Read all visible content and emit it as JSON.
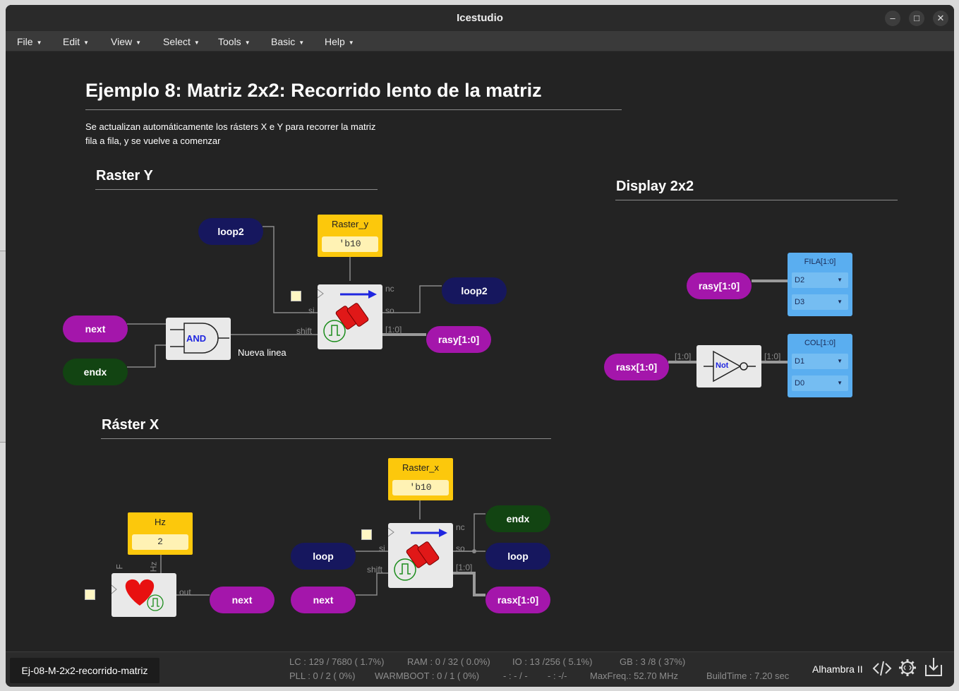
{
  "window": {
    "title": "Icestudio",
    "min_label": "–",
    "max_label": "□",
    "close_label": "✕"
  },
  "menu": [
    {
      "label": "File"
    },
    {
      "label": "Edit"
    },
    {
      "label": "View"
    },
    {
      "label": "Select"
    },
    {
      "label": "Tools"
    },
    {
      "label": "Basic"
    },
    {
      "label": "Help"
    }
  ],
  "doc": {
    "title": "Ejemplo 8: Matriz 2x2: Recorrido lento de la matriz",
    "desc_line1": "Se actualizan automáticamente los rásters X e Y para recorrer la matriz",
    "desc_line2": "fila a fila, y se vuelve a comenzar"
  },
  "sections": {
    "raster_y": "Raster Y",
    "raster_x": "Ráster X",
    "display": "Display 2x2"
  },
  "raster_y": {
    "loop2_in": "loop2",
    "loop2_out": "loop2",
    "next": "next",
    "endx": "endx",
    "and_label": "AND",
    "nueva_linea": "Nueva linea",
    "const_name": "Raster_y",
    "const_value": "'b10",
    "port_nc": "nc",
    "port_so": "so",
    "port_si": "si",
    "port_shift": "shift",
    "port_bus": "[1:0]",
    "rasy": "rasy[1:0]"
  },
  "raster_x": {
    "const_name": "Raster_x",
    "const_value": "'b10",
    "port_nc": "nc",
    "port_so": "so",
    "port_si": "si",
    "port_shift": "shift",
    "port_bus": "[1:0]",
    "endx": "endx",
    "loop_in": "loop",
    "loop_out": "loop",
    "next_in": "next",
    "rasx": "rasx[1:0]",
    "hz_name": "Hz",
    "hz_value": "2",
    "hz_port_f": "F",
    "hz_port_hz": "Hz",
    "hz_port_out": "out",
    "next_out": "next"
  },
  "display": {
    "rasy": "rasy[1:0]",
    "rasx": "rasx[1:0]",
    "bus_in": "[1:0]",
    "bus_out": "[1:0]",
    "not_label": "Not",
    "fila": {
      "name": "FILA[1:0]",
      "pins": [
        "D2",
        "D3"
      ]
    },
    "col": {
      "name": "COL[1:0]",
      "pins": [
        "D1",
        "D0"
      ]
    }
  },
  "status": {
    "filename": "Ej-08-M-2x2-recorrido-matriz",
    "lc": "LC : 129 / 7680 ( 1.7%)",
    "ram": "RAM : 0 / 32 ( 0.0%)",
    "io": "IO :  13 /256  ( 5.1%)",
    "gb": "GB :  3 /8  ( 37%)",
    "pll": "PLL : 0 / 2 ( 0%)",
    "warmboot": "WARMBOOT : 0 / 1 ( 0%)",
    "dash1": "- : - / -",
    "dash2": "- :  -/-",
    "maxfreq": "MaxFreq.:  52.70 MHz",
    "buildtime": "BuildTime :   7.20 sec",
    "board": "Alhambra II"
  },
  "icons": {
    "verify": "code-icon",
    "build": "gear-icon",
    "upload": "download-icon"
  }
}
